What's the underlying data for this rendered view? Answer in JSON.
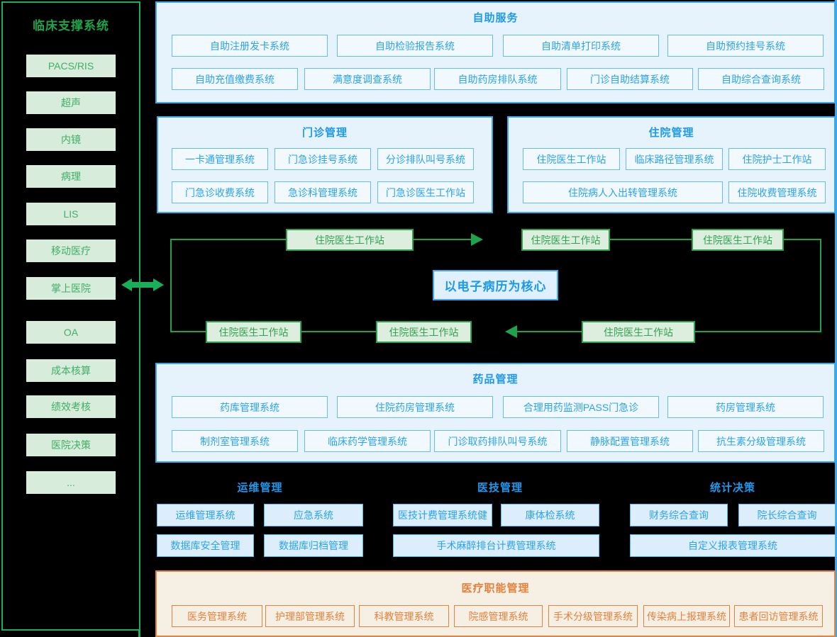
{
  "colors": {
    "green_border": "#17b059",
    "green_text": "#2fa351",
    "green_box_bg": "#ddeede",
    "blue_border": "#39a9ee",
    "blue_header": "#1d99ec",
    "blue_text": "#2aa2f1",
    "blue_panel_bg": "#e7f3fc",
    "orange": "#e5813c",
    "orange_panel_bg": "#f6efe4",
    "background": "#000000"
  },
  "sidebar": {
    "title": "临床支撑系统",
    "items": [
      "PACS/RIS",
      "超声",
      "内镜",
      "病理",
      "LIS",
      "移动医疗",
      "掌上医院",
      "OA",
      "成本核算",
      "绩效考核",
      "医院决策",
      "..."
    ]
  },
  "self_service": {
    "title": "自助服务",
    "row1": [
      "自助注册发卡系统",
      "自助检验报告系统",
      "自助清单打印系统",
      "自助预约挂号系统"
    ],
    "row2": [
      "自助充值缴费系统",
      "满意度调查系统",
      "自助药房排队系统",
      "门诊自助结算系统",
      "自助综合查询系统"
    ]
  },
  "outpatient": {
    "title": "门诊管理",
    "row1": [
      "一卡通管理系统",
      "门急诊挂号系统",
      "分诊排队叫号系统"
    ],
    "row2": [
      "门急诊收费系统",
      "急诊科管理系统",
      "门急诊医生工作站"
    ]
  },
  "inpatient": {
    "title": "住院管理",
    "row1": [
      "住院医生工作站",
      "临床路径管理系统",
      "住院护士工作站"
    ],
    "row2": [
      "住院病人入出转管理系统",
      "住院收费管理系统"
    ]
  },
  "emr_flow": {
    "center": "以电子病历为核心",
    "nodes": [
      "住院医生工作站",
      "住院医生工作站",
      "住院医生工作站",
      "住院医生工作站",
      "住院医生工作站",
      "住院医生工作站"
    ]
  },
  "pharmacy": {
    "title": "药品管理",
    "row1": [
      "药库管理系统",
      "住院药房管理系统",
      "合理用药监测PASS门急诊",
      "药房管理系统"
    ],
    "row2": [
      "制剂室管理系统",
      "临床药学管理系统",
      "门诊取药排队叫号系统",
      "静脉配置管理系统",
      "抗生素分级管理系统"
    ]
  },
  "ops_mgmt": {
    "title": "运维管理",
    "row1": [
      "运维管理系统",
      "应急系统"
    ],
    "row2": [
      "数据库安全管理",
      "数据库归档管理"
    ]
  },
  "medtech_mgmt": {
    "title": "医技管理",
    "row1": [
      "医技计费管理系统健",
      "康体检系统"
    ],
    "row2": [
      "手术麻醉排台计费管理系统"
    ]
  },
  "stats_decision": {
    "title": "统计决策",
    "row1": [
      "财务综合查询",
      "院长综合查询"
    ],
    "row2": [
      "自定义报表管理系统"
    ]
  },
  "medical_admin": {
    "title": "医疗职能管理",
    "items": [
      "医务管理系统",
      "护理部管理系统",
      "科教管理系统",
      "院感管理系统",
      "手术分级管理系统",
      "传染病上报理系统",
      "患者回访管理系统"
    ]
  }
}
